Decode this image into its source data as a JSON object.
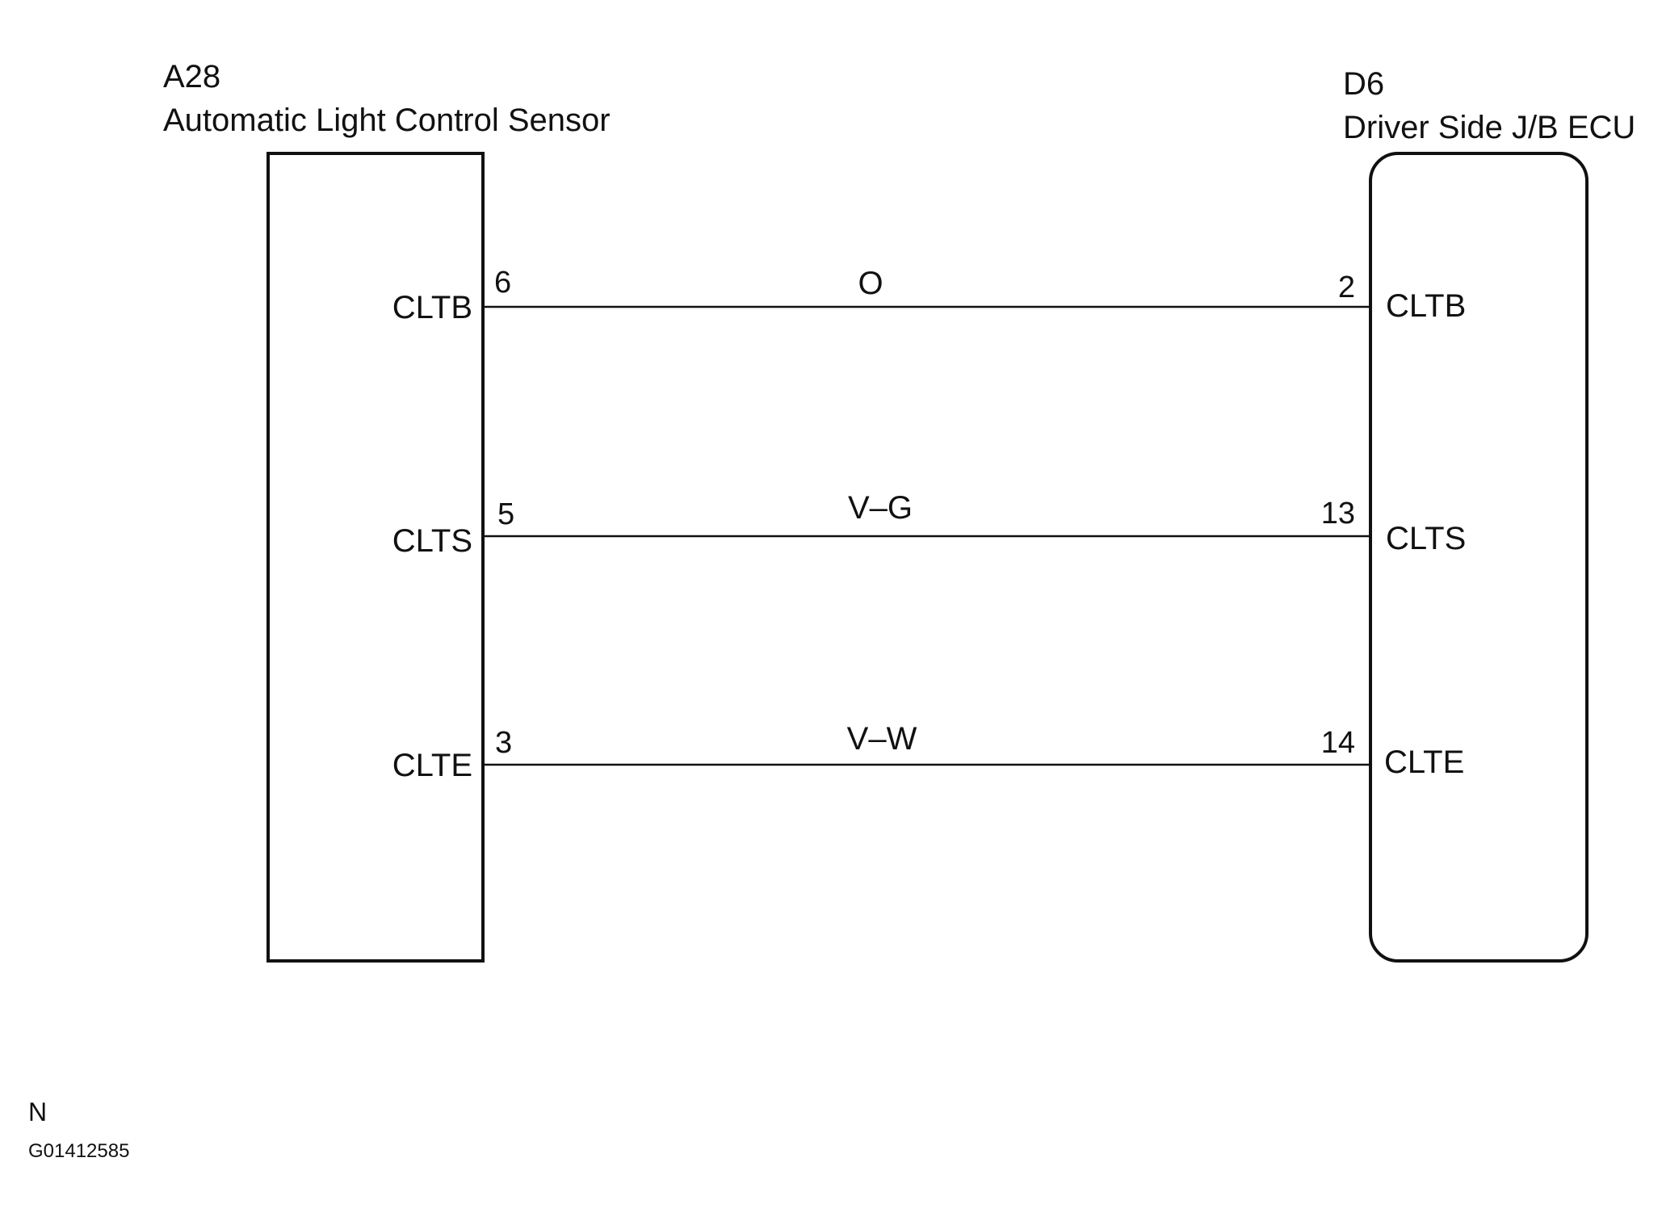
{
  "left_component": {
    "code": "A28",
    "name": "Automatic Light Control Sensor"
  },
  "right_component": {
    "code": "D6",
    "name": "Driver Side J/B ECU"
  },
  "wires": [
    {
      "left_pin": "CLTB",
      "left_num": "6",
      "color": "O",
      "right_num": "2",
      "right_pin": "CLTB"
    },
    {
      "left_pin": "CLTS",
      "left_num": "5",
      "color": "V–G",
      "right_num": "13",
      "right_pin": "CLTS"
    },
    {
      "left_pin": "CLTE",
      "left_num": "3",
      "color": "V–W",
      "right_num": "14",
      "right_pin": "CLTE"
    }
  ],
  "footer": {
    "mark": "N",
    "code": "G01412585"
  }
}
